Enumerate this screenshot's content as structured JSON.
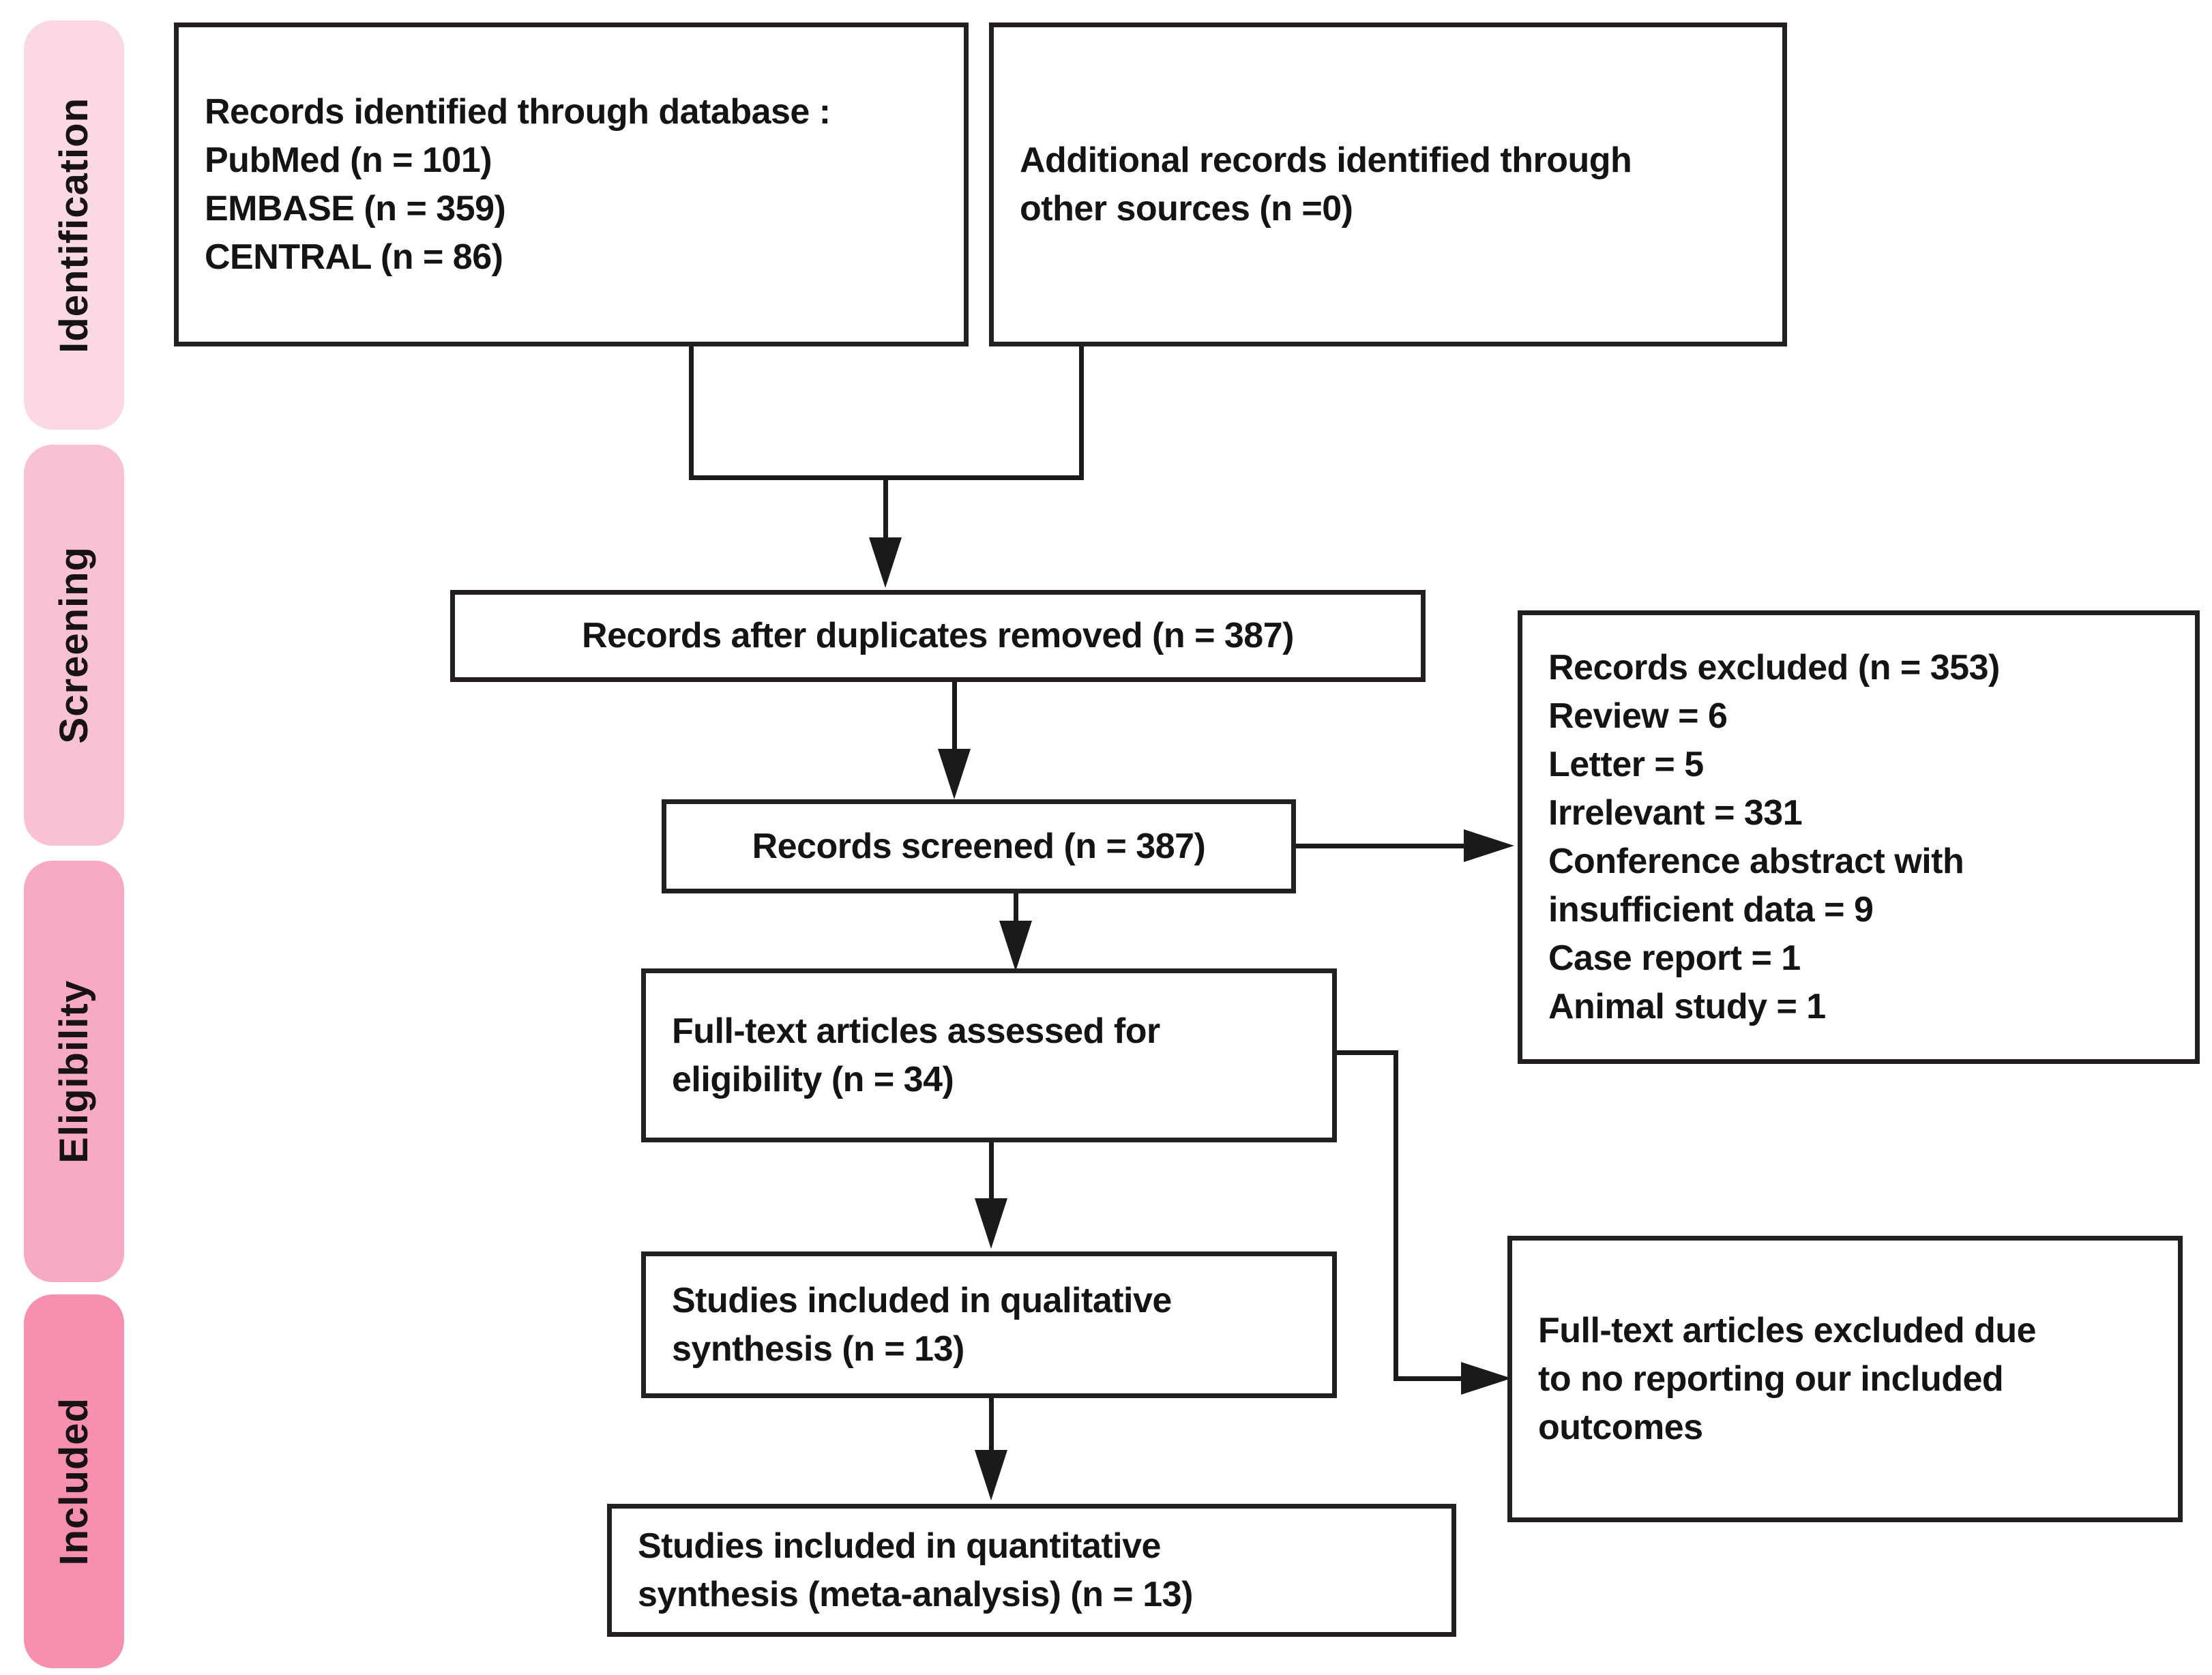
{
  "sidebar": {
    "items": [
      {
        "label": "Identification",
        "fill": "#FBD9E3"
      },
      {
        "label": "Screening",
        "fill": "#F9C2D3"
      },
      {
        "label": "Eligibility",
        "fill": "#F8A9C3"
      },
      {
        "label": "Included",
        "fill": "#F78FAE"
      }
    ]
  },
  "boxes": {
    "records_identified": {
      "lines": [
        "Records identified through database :",
        "PubMed (n = 101)",
        "EMBASE (n = 359)",
        "CENTRAL (n = 86)"
      ]
    },
    "additional_records": {
      "lines": [
        "Additional records identified through",
        "other sources (n =0)"
      ]
    },
    "duplicates_removed": {
      "lines": [
        "Records after duplicates removed (n = 387)"
      ]
    },
    "records_screened": {
      "lines": [
        "Records screened (n = 387)"
      ]
    },
    "records_excluded": {
      "lines": [
        "Records excluded (n = 353)",
        "Review = 6",
        "Letter = 5",
        "Irrelevant = 331",
        "Conference abstract with",
        "insufficient data = 9",
        "Case report = 1",
        "Animal study = 1"
      ]
    },
    "fulltext_assessed": {
      "lines": [
        "Full-text articles assessed for",
        "eligibility (n = 34)"
      ]
    },
    "qualitative_synthesis": {
      "lines": [
        "Studies included in qualitative",
        "synthesis (n = 13)"
      ]
    },
    "fulltext_excluded": {
      "lines": [
        "Full-text articles excluded due",
        "to no reporting our included",
        "outcomes"
      ]
    },
    "quantitative_synthesis": {
      "lines": [
        "Studies included in quantitative",
        "synthesis (meta-analysis) (n = 13)"
      ]
    }
  },
  "colors": {
    "box_border": "#231F20",
    "connector": "#1A1A1A",
    "text": "#141414",
    "background": "#FFFFFF"
  }
}
